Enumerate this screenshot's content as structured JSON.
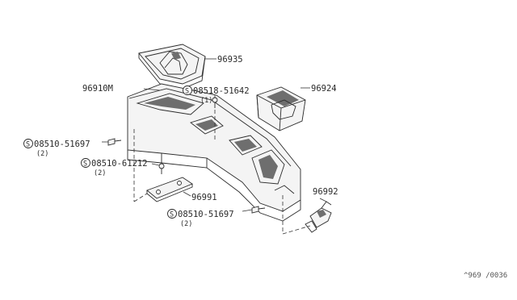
{
  "callouts": {
    "boot": "96935",
    "console": "96910M",
    "box": "96924",
    "bracket": "96991",
    "clip": "96992"
  },
  "screws": {
    "s1": {
      "symbol": "S",
      "number": "08518-51642",
      "qty": "(1)"
    },
    "s2": {
      "symbol": "S",
      "number": "08510-51697",
      "qty": "(2)"
    },
    "s3": {
      "symbol": "S",
      "number": "08510-61212",
      "qty": "(2)"
    },
    "s4": {
      "symbol": "S",
      "number": "08510-51697",
      "qty": "(2)"
    }
  },
  "ref_code": "^969 /0036"
}
